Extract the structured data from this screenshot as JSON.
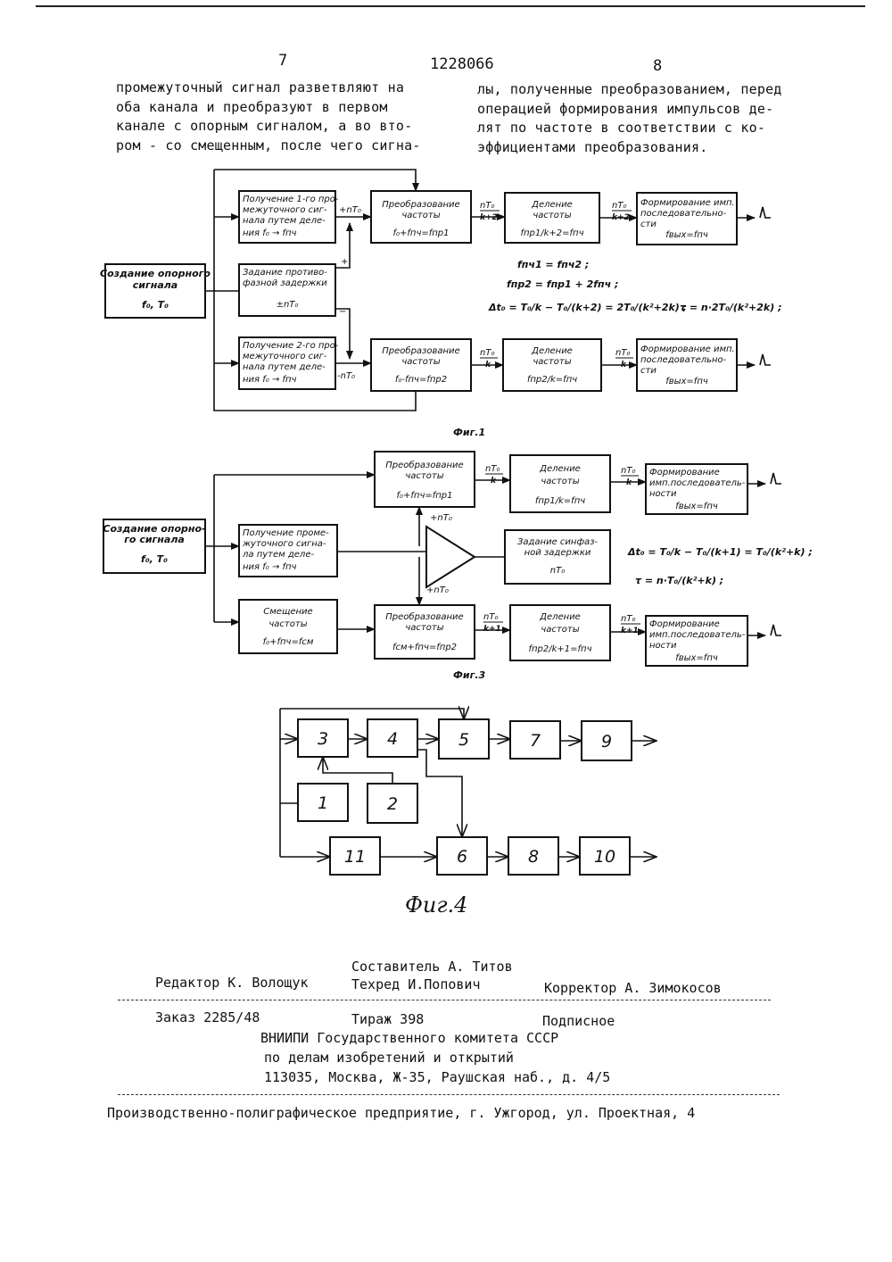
{
  "header": {
    "page_left": "7",
    "patent_number": "1228066",
    "page_right": "8"
  },
  "text": {
    "left_col": [
      "промежуточный сигнал разветвляют на",
      "оба канала и преобразуют в первом",
      "канале с опорным сигналом, а во вто-",
      "ром - со смещенным, после чего сигна-"
    ],
    "right_col": [
      "лы, полученные преобразованием, перед",
      "операцией формирования импульсов де-",
      "лят по частоте в соответствии с ко-",
      "эффициентами преобразования."
    ]
  },
  "fig1": {
    "caption": "Фиг.1",
    "source": [
      "Создание опорного",
      "сигнала",
      "f₀, T₀"
    ],
    "if1": [
      "Получение 1-го про-",
      "межуточного сиг-",
      "нала путем деле-",
      "ния  f₀ → fпч"
    ],
    "delay": [
      "Задание противо-",
      "фазной задержки",
      "±nT₀"
    ],
    "if2": [
      "Получение 2-го про-",
      "межуточного сиг-",
      "нала путем деле-",
      "ния  f₀ → fпч"
    ],
    "conv1": [
      "Преобразование",
      "частоты",
      "f₀+fпч=fпр1"
    ],
    "conv2": [
      "Преобразование",
      "частоты",
      "f₀-fпч=fпр2"
    ],
    "div1": [
      "Деление",
      "частоты",
      "fпр1/k+2=fпч"
    ],
    "div2": [
      "Деление",
      "частоты",
      "fпр2/k=fпч"
    ],
    "form1": [
      "Формирование имп.",
      "последовательно-",
      "сти",
      "fвых=fпч"
    ],
    "form2": [
      "Формирование имп.",
      "последовательно-",
      "сти",
      "fвых=fпч"
    ],
    "labels": {
      "plus_nt": "+nT₀",
      "minus_nt": "-nT₀",
      "plus": "+",
      "minus": "−",
      "nt_k2": "nT₀",
      "k2": "k+2",
      "nt_k": "nT₀",
      "k": "k"
    },
    "formulas": [
      "fпч1 = fпч2 ;",
      "fпр2 = fпр1 + 2fпч ;",
      "Δt₀ = T₀/k − T₀/(k+2) = 2T₀/(k²+2k) ;",
      "τ = n·2T₀/(k²+2k) ;"
    ]
  },
  "fig3": {
    "caption": "Фиг.3",
    "source": [
      "Создание опорно-",
      "го сигнала",
      "f₀, T₀"
    ],
    "if": [
      "Получение проме-",
      "жуточного сигна-",
      "ла путем деле-",
      "ния  f₀ → fпч"
    ],
    "shift": [
      "Смещение",
      "частоты",
      "f₀+fпч=fсм"
    ],
    "conv1": [
      "Преобразование",
      "частоты",
      "f₀+fпч=fпр1"
    ],
    "conv2": [
      "Преобразование",
      "частоты",
      "fсм+fпч=fпр2"
    ],
    "div1": [
      "Деление",
      "частоты",
      "fпр1/k=fпч"
    ],
    "div2": [
      "Деление",
      "частоты",
      "fпр2/k+1=fпч"
    ],
    "form1": [
      "Формирование",
      "имп.последователь-",
      "ности",
      "fвых=fпч"
    ],
    "form2": [
      "Формирование",
      "имп.последователь-",
      "ности",
      "fвых=fпч"
    ],
    "delay": [
      "Задание синфаз-",
      "ной задержки",
      "nT₀"
    ],
    "labels": {
      "plus_nt": "+nT₀",
      "nt_k": "nT₀",
      "k": "k",
      "nt_k1": "nT₀",
      "k1": "k+1"
    },
    "formulas": [
      "Δt₀ = T₀/k − T₀/(k+1) = T₀/(k²+k) ;",
      "τ = n·T₀/(k²+k) ;"
    ]
  },
  "fig4": {
    "caption": "Фиг.4",
    "blocks": [
      "1",
      "2",
      "3",
      "4",
      "5",
      "6",
      "7",
      "8",
      "9",
      "10",
      "11"
    ]
  },
  "imprint": {
    "composer": "Составитель А. Титов",
    "editor": "Редактор К. Волощук",
    "techred": "Техред И.Попович",
    "corrector": "Корректор А. Зимокосов",
    "order": "Заказ 2285/48",
    "circulation": "Тираж 398",
    "subscription": "Подписное",
    "org1": "ВНИИПИ Государственного комитета СССР",
    "org2": "по  делам изобретений и открытий",
    "address": "113035, Москва, Ж-35, Раушская наб., д. 4/5",
    "printer": "Производственно-полиграфическое предприятие, г. Ужгород, ул. Проектная, 4"
  }
}
